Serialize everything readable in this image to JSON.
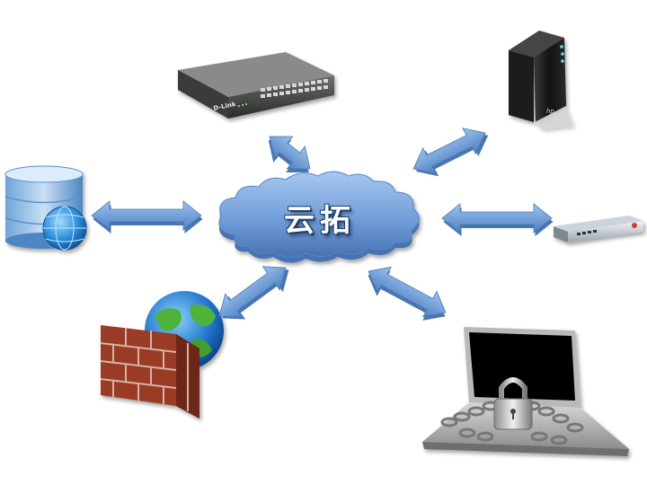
{
  "center": {
    "label": "云拓"
  },
  "devices": {
    "switch_brand": "D-Link",
    "server_brand": "hp"
  },
  "colors": {
    "arrow": "#6f9fd8",
    "arrow_dark": "#4a76b0",
    "cloud": "#7aa8df",
    "cloud_dark": "#3e6aa8"
  }
}
